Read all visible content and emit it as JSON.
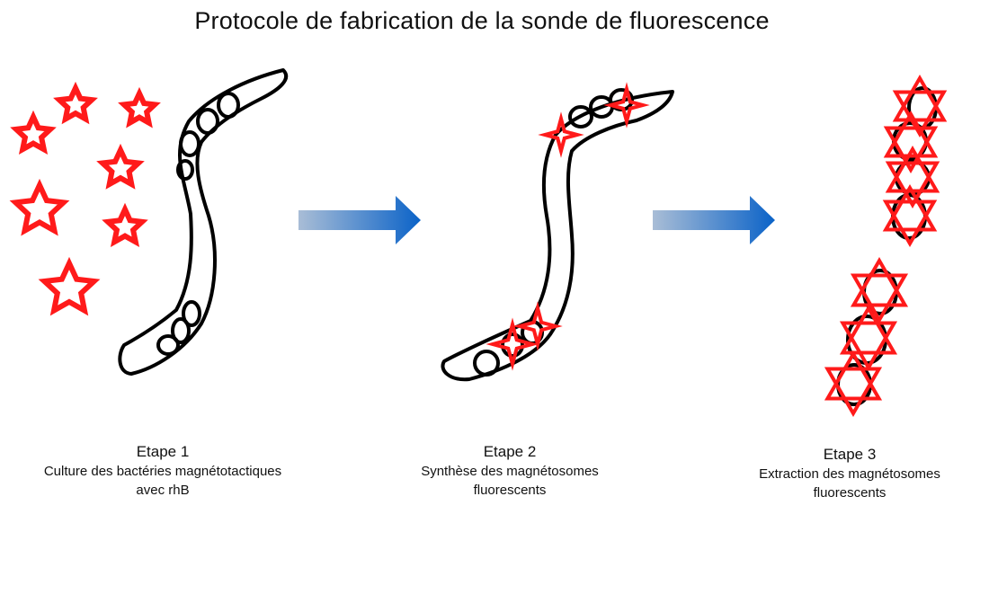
{
  "title": "Protocole de fabrication de la sonde de fluorescence",
  "steps": [
    {
      "label": "Etape 1",
      "line1": "Culture des bactéries magnétotactiques",
      "line2": "avec rhB"
    },
    {
      "label": "Etape 2",
      "line1": "Synthèse des magnétosomes",
      "line2": "fluorescents"
    },
    {
      "label": "Etape 3",
      "line1": "Extraction des magnétosomes",
      "line2": "fluorescents"
    }
  ],
  "colors": {
    "dye": "#ff1a1a",
    "outline": "#000000",
    "arrow_start": "#a9bdd6",
    "arrow_end": "#0b63c8"
  },
  "icons": [
    "rhodamine-star-icon",
    "magnetosome-icon",
    "bacterium-icon",
    "process-arrow-icon",
    "hexagram-icon"
  ]
}
